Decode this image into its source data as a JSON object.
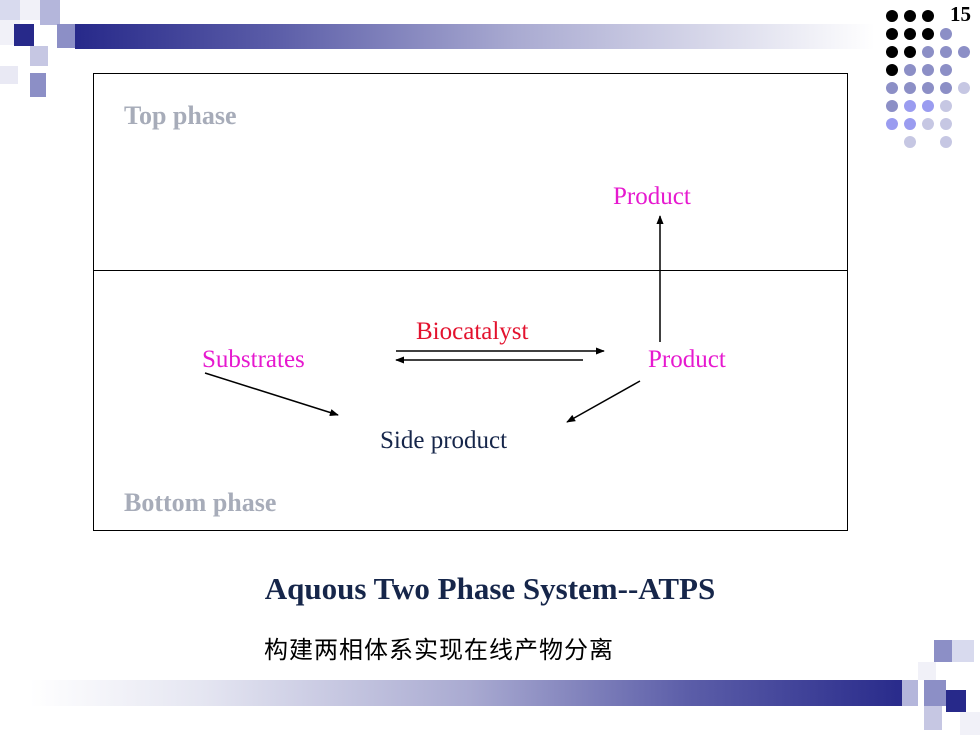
{
  "slide": {
    "page_number": "15",
    "top_phase_label": "Top phase",
    "bottom_phase_label": "Bottom phase",
    "labels": {
      "product_top": "Product",
      "biocatalyst": "Biocatalyst",
      "substrates": "Substrates",
      "product_bottom": "Product",
      "side_product": "Side product"
    },
    "title": "Aquous Two Phase System--ATPS",
    "subtitle": "构建两相体系实现在线产物分离"
  },
  "colors": {
    "navy": "#27298a",
    "phase_label": "#a7acb9",
    "magenta": "#e619cf",
    "red": "#e3122e",
    "title": "#16264a"
  }
}
